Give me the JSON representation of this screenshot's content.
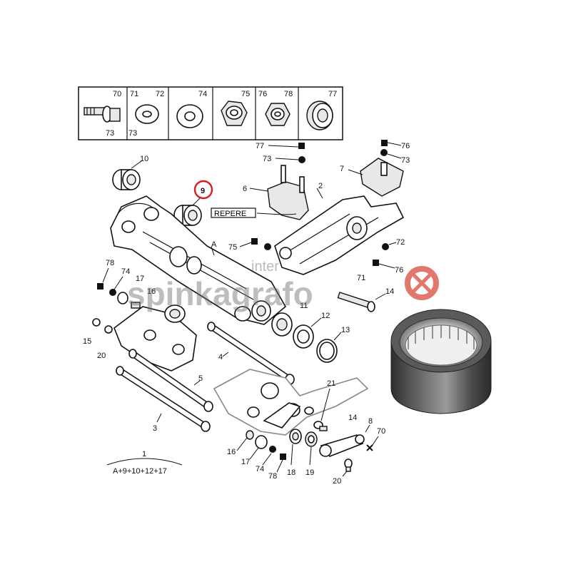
{
  "legend_box": {
    "cells": [
      {
        "numbers": [
          "70",
          "73"
        ],
        "icon": "bolt-washer-icon"
      },
      {
        "numbers": [
          "71",
          "72",
          "73"
        ],
        "icon": "flat-washer-icon"
      },
      {
        "numbers": [
          "74"
        ],
        "icon": "washer-icon"
      },
      {
        "numbers": [
          "75"
        ],
        "icon": "nut-icon"
      },
      {
        "numbers": [
          "76",
          "78"
        ],
        "icon": "hex-nut-icon"
      },
      {
        "numbers": [
          "77"
        ],
        "icon": "bearing-washer-icon"
      }
    ]
  },
  "callouts": {
    "c1": "1",
    "c2": "2",
    "c3": "3",
    "c4": "4",
    "c5": "5",
    "c6": "6",
    "c7": "7",
    "c8": "8",
    "c9": "9",
    "c10": "10",
    "c11": "11",
    "c12": "12",
    "c13": "13",
    "c14a": "14",
    "c14b": "14",
    "c15": "15",
    "c16a": "16",
    "c16b": "16",
    "c17a": "17",
    "c17b": "17",
    "c18": "18",
    "c19": "19",
    "c20a": "20",
    "c20b": "20",
    "c21": "21",
    "cA": "A",
    "c70": "70",
    "c71": "71",
    "c72": "72",
    "c73a": "73",
    "c73b": "73",
    "c74a": "74",
    "c74b": "74",
    "c75": "75",
    "c76a": "76",
    "c76b": "76",
    "c77": "77",
    "c78a": "78",
    "c78b": "78"
  },
  "repere_label": "REPERE",
  "kit_formula": "A+9+10+12+17",
  "kit_number": "1",
  "watermark": {
    "brand": "spinkagrafo",
    "small": "inter"
  },
  "colors": {
    "highlight_circle": "#d42020",
    "watermark_logo": "#d94a3a",
    "bearing_dark": "#3a3a3a"
  }
}
